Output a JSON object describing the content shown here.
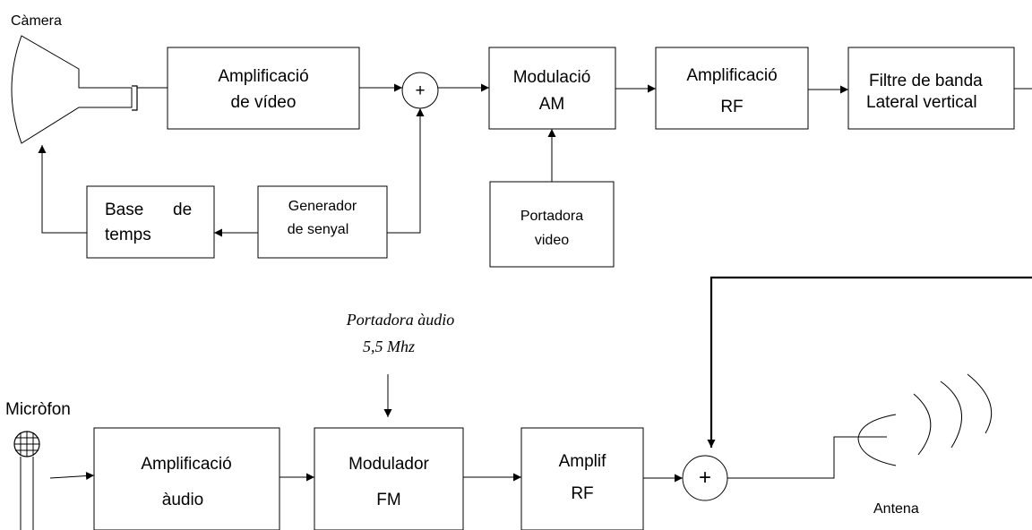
{
  "labels": {
    "camera": "Càmera",
    "video_amp_1": "Amplificació",
    "video_amp_2": "de vídeo",
    "am_mod_1": "Modulació",
    "am_mod_2": "AM",
    "rf_amp_1": "Amplificació",
    "rf_amp_2": "RF",
    "vsb_filter_1": "Filtre de banda",
    "vsb_filter_2": "Lateral vertical",
    "time_base_1a": "Base",
    "time_base_1b": "de",
    "time_base_2": "temps",
    "sync_gen_1": "Generador",
    "sync_gen_2": "de senyal",
    "video_carrier_1": "Portadora",
    "video_carrier_2": "video",
    "audio_carrier_1": "Portadora àudio",
    "audio_carrier_2": "5,5 Mhz",
    "microphone": "Micròfon",
    "audio_amp_1": "Amplificació",
    "audio_amp_2": "àudio",
    "fm_mod_1": "Modulador",
    "fm_mod_2": "FM",
    "audio_rf_1": "Amplif",
    "audio_rf_2": "RF",
    "antenna": "Antena",
    "summer_symbol": "+"
  }
}
